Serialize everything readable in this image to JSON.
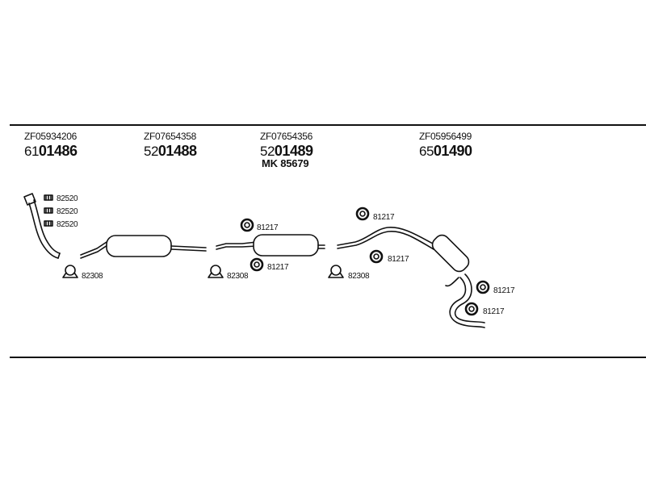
{
  "groups": [
    {
      "ref": "ZF05934206",
      "prefix": "61",
      "number": "01486"
    },
    {
      "ref": "ZF07654358",
      "prefix": "52",
      "number": "01488"
    },
    {
      "ref": "ZF07654356",
      "prefix": "52",
      "number": "01489",
      "extra": "MK  85679"
    },
    {
      "ref": "ZF05956499",
      "prefix": "65",
      "number": "01490"
    }
  ],
  "labels": {
    "gasket_a": "82520",
    "gasket_b": "82520",
    "gasket_c": "82520",
    "clamp_1": "82308",
    "clamp_2": "82308",
    "clamp_3": "82308",
    "ring_1": "81217",
    "ring_2": "81217",
    "ring_3": "81217",
    "ring_4": "81217",
    "ring_5": "81217",
    "ring_6": "81217"
  }
}
